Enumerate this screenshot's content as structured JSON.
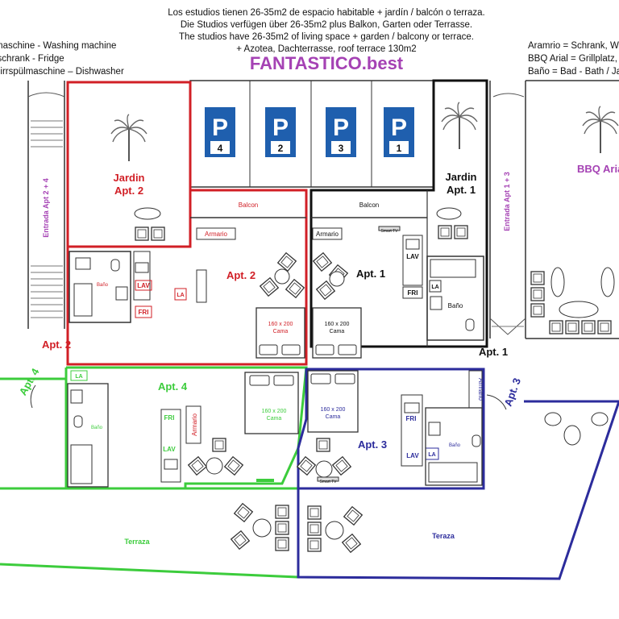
{
  "header": {
    "lines": [
      "Los estudios tienen 26-35m2 de espacio habitable + jardín / balcón o terraza.",
      "Die Studios verfügen über 26-35m2 plus Balkon, Garten oder Terrasse.",
      "The studios have 26-35m2 of living space + garden / balcony or terrace.",
      "+ Azotea, Dachterrasse, roof terrace 130m2"
    ],
    "brand": "FANTASTICO.best"
  },
  "legend_left": [
    "maschine - Washing machine",
    "lschrank - Fridge",
    "hirrspülmaschine – Dishwasher"
  ],
  "legend_right": [
    "Aramrio = Schrank, Wa",
    "BBQ Arial = Grillplatz, E",
    "Baño = Bad - Bath / Ja"
  ],
  "parking": [
    "4",
    "2",
    "3",
    "1"
  ],
  "parking_symbol": "P",
  "labels": {
    "jardin_apt2_l1": "Jardin",
    "jardin_apt2_l2": "Apt. 2",
    "jardin_apt1_l1": "Jardin",
    "jardin_apt1_l2": "Apt. 1",
    "bbq": "BBQ Aria",
    "entrada_24": "Entrada Apt 2 + 4",
    "entrada_13": "Entrada Apt 1 + 3",
    "balcon_a2": "Balcon",
    "balcon_a1": "Balcon",
    "armario": "Armario",
    "smart_tv": "Smart TV",
    "apt2": "Apt. 2",
    "apt1": "Apt. 1",
    "apt4": "Apt. 4",
    "apt3": "Apt. 3",
    "bed_l1": "160 x 200",
    "bed_l2": "Cama",
    "bano": "Baño",
    "lav": "LAV",
    "fri": "FRI",
    "la": "LA",
    "door_apt2": "Apt. 2",
    "door_apt1": "Apt. 1",
    "door_apt4": "Apt. 4",
    "door_apt3": "Apt. 3",
    "terraza": "Terraza",
    "teraza": "Teraza"
  },
  "colors": {
    "apt2": "#d11f26",
    "apt1": "#111111",
    "apt4": "#3ccc3c",
    "apt3": "#2c2c9c",
    "brand": "#a542b4",
    "parking": "#1f5fae",
    "wall": "#3a3a3a"
  }
}
